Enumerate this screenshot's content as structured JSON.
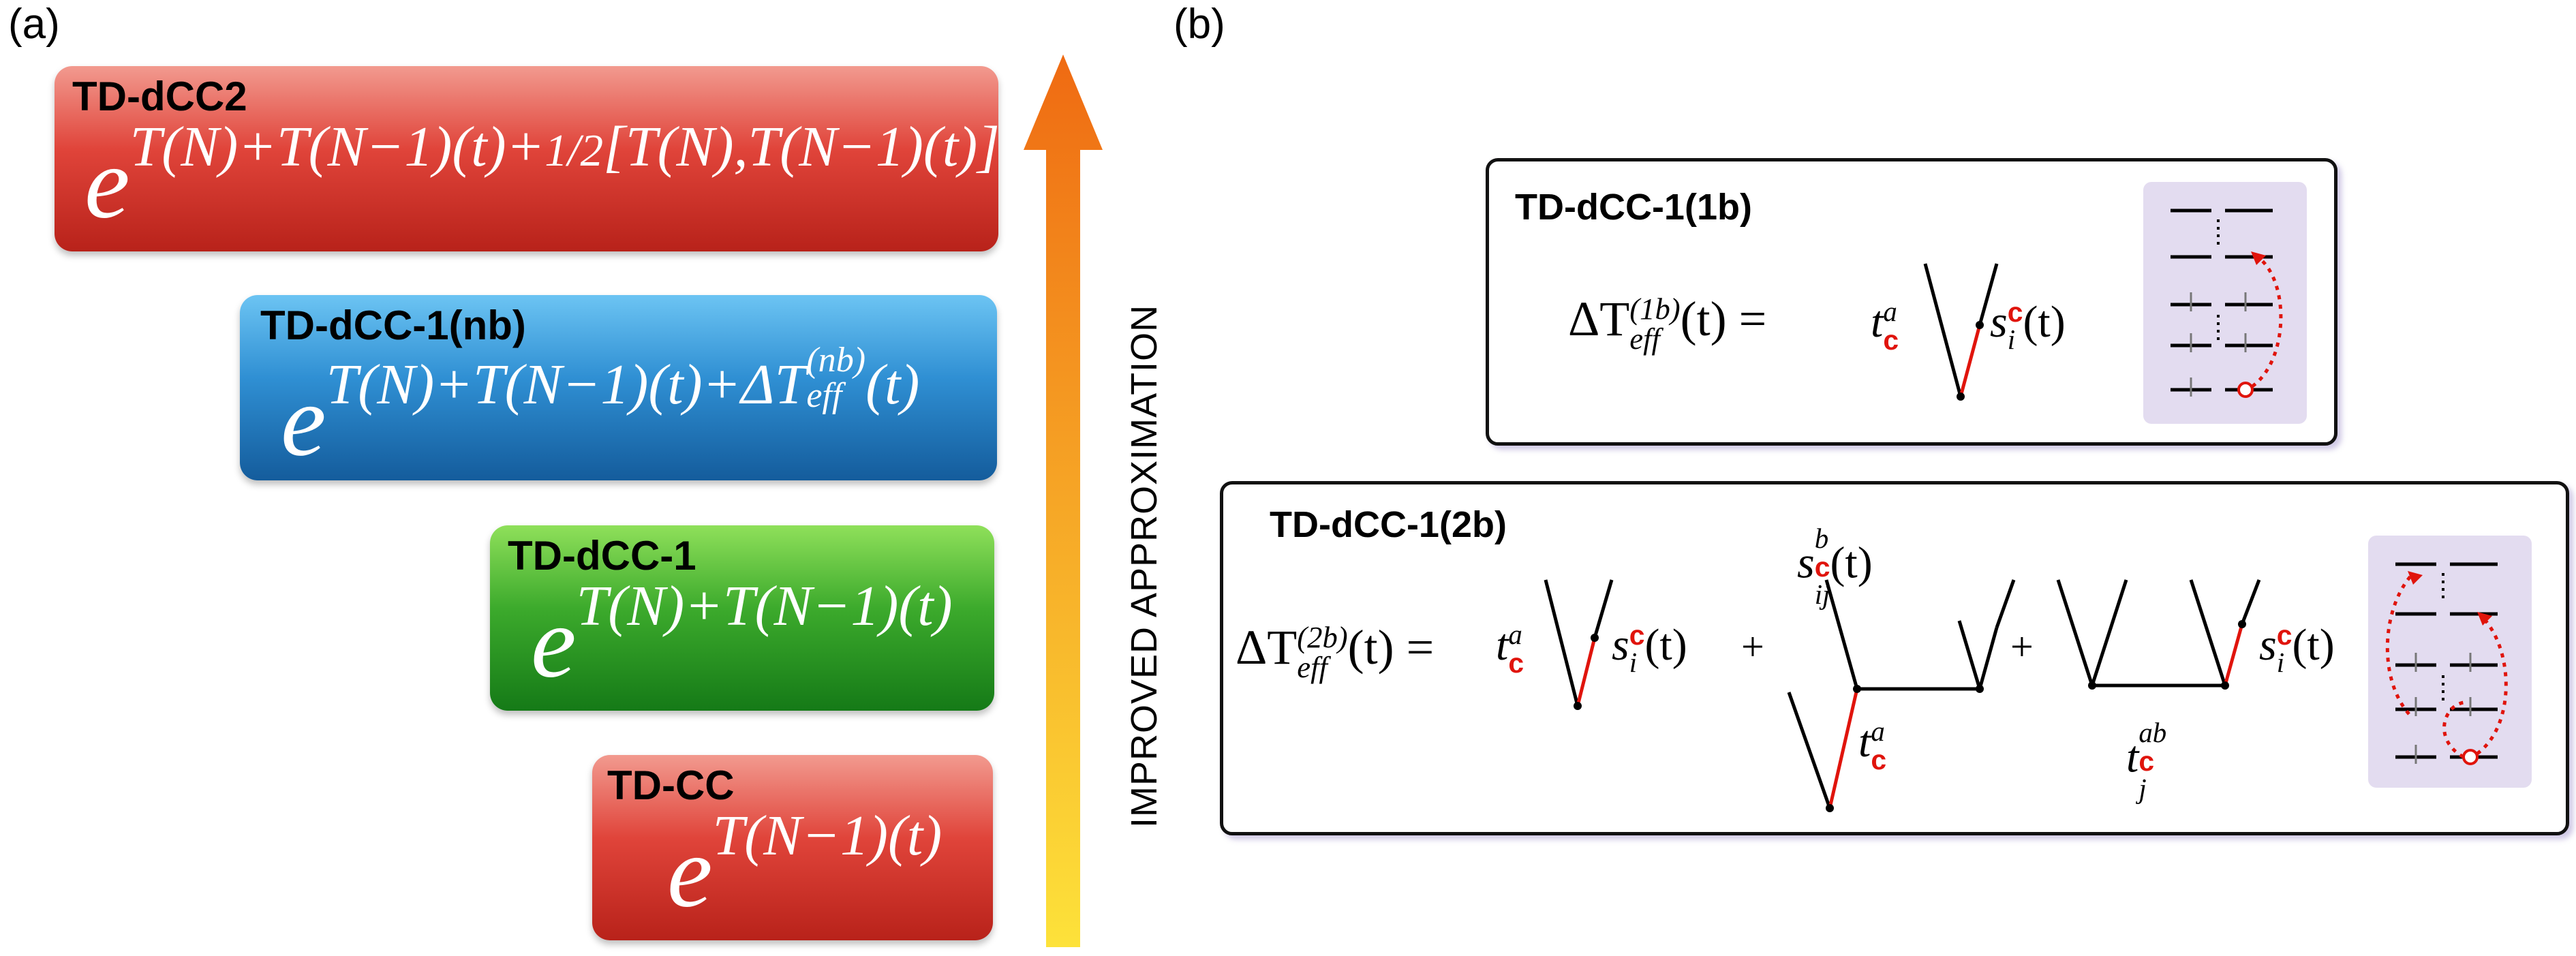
{
  "panel_a": {
    "label": "(a)",
    "boxes": [
      {
        "title": "TD-dCC2",
        "color": "#d6392a"
      },
      {
        "title": "TD-dCC-1(nb)",
        "color": "#2d8fd2"
      },
      {
        "title": "TD-dCC-1",
        "color": "#3da92e"
      },
      {
        "title": "TD-CC",
        "color": "#d6392a"
      }
    ],
    "eq_dcc2": {
      "base": "e",
      "exp": "T(N)+T(N−1)(t)+",
      "half": "1/2",
      "bracket": "[T(N),T(N−1)(t)]"
    },
    "eq_nb": {
      "base": "e",
      "exp": "T(N)+T(N−1)(t)+ΔT",
      "sub": "eff",
      "supx": "(nb)",
      "tail": "(t)"
    },
    "eq_dcc1": {
      "base": "e",
      "exp": "T(N)+T(N−1)(t)"
    },
    "eq_cc": {
      "base": "e",
      "exp": "T(N−1)(t)"
    },
    "arrow_label": "IMPROVED APPROXIMATION"
  },
  "panel_b": {
    "label": "(b)",
    "frame1": {
      "title": "TD-dCC-1(1b)"
    },
    "frame2": {
      "title": "TD-dCC-1(2b)"
    },
    "lhs1": {
      "delta": "ΔT",
      "sub": "eff",
      "sup": "(1b)",
      "tail": "(t) ="
    },
    "lhs2": {
      "delta": "ΔT",
      "sub": "eff",
      "sup": "(2b)",
      "tail": "(t) ="
    },
    "t_amp": {
      "base": "t",
      "sub": "c",
      "sup": "a"
    },
    "s_amp": {
      "base": "s",
      "sub": "i",
      "sup": "c",
      "tail": "(t)"
    },
    "s_ijbc": {
      "base": "s",
      "sub": "ij",
      "sup_b": "b",
      "sup_c": "c",
      "tail": "(t)"
    },
    "t_cjab": {
      "base": "t",
      "sub_c": "c",
      "sub_j": "j",
      "sup": "ab"
    },
    "plus": "+",
    "colors": {
      "red": "#e0140c",
      "lavender": "#e3dcf0"
    }
  }
}
